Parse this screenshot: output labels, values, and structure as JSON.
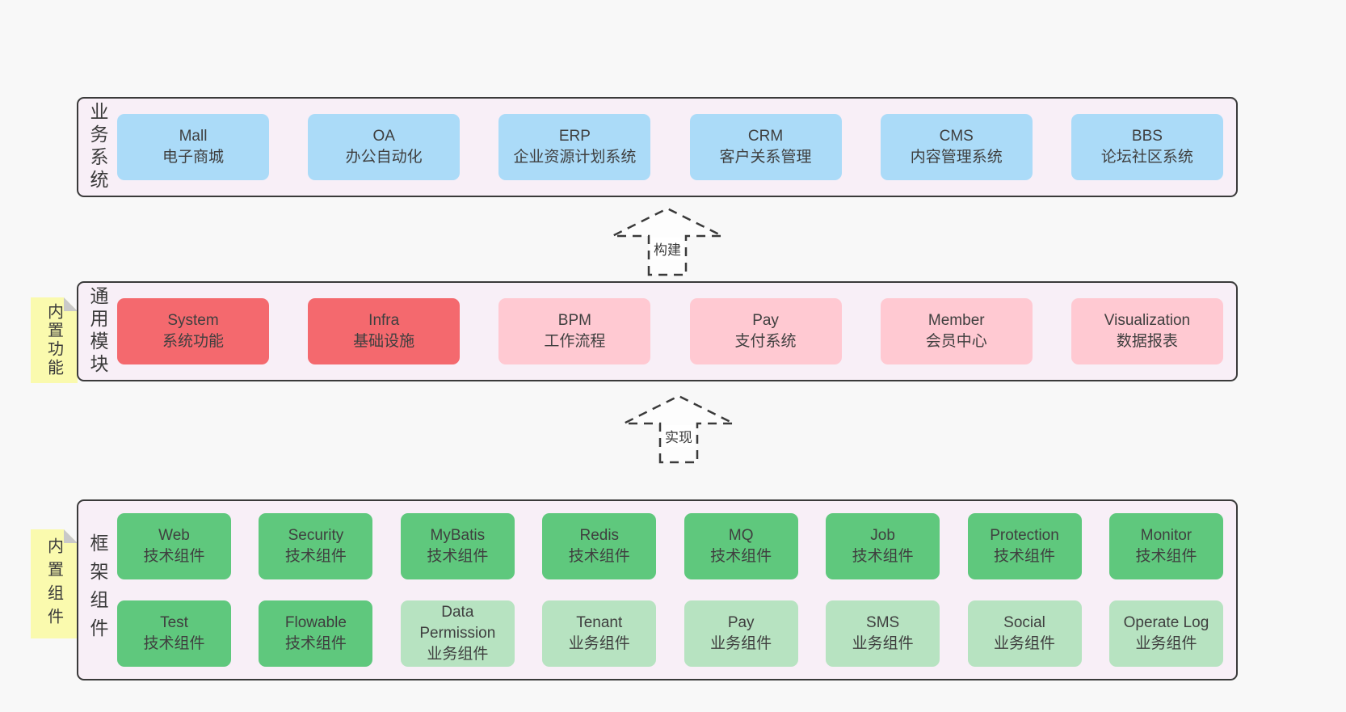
{
  "palette": {
    "page_bg": "#f8f8f8",
    "band_fill": "#f8eff7",
    "band_border": "#3a3a3a",
    "sticky_fill": "#fafaae",
    "sticky_fold": "#c9c9c9",
    "text": "#3f3f3f",
    "blue": "#abdbf8",
    "red": "#f4696e",
    "pink": "#ffc9d2",
    "green": "#5fc87d",
    "green-light": "#b7e3c1"
  },
  "bands": [
    {
      "label": "业务系统",
      "sticky": null,
      "rows": [
        {
          "nodes": [
            {
              "name": "Mall",
              "desc": "电子商城",
              "type": "blue"
            },
            {
              "name": "OA",
              "desc": "办公自动化",
              "type": "blue"
            },
            {
              "name": "ERP",
              "desc": "企业资源计划系统",
              "type": "blue"
            },
            {
              "name": "CRM",
              "desc": "客户关系管理",
              "type": "blue"
            },
            {
              "name": "CMS",
              "desc": "内容管理系统",
              "type": "blue"
            },
            {
              "name": "BBS",
              "desc": "论坛社区系统",
              "type": "blue"
            }
          ]
        }
      ]
    },
    {
      "label": "通用模块",
      "sticky": "内置功能",
      "rows": [
        {
          "nodes": [
            {
              "name": "System",
              "desc": "系统功能",
              "type": "red"
            },
            {
              "name": "Infra",
              "desc": "基础设施",
              "type": "red"
            },
            {
              "name": "BPM",
              "desc": "工作流程",
              "type": "pink"
            },
            {
              "name": "Pay",
              "desc": "支付系统",
              "type": "pink"
            },
            {
              "name": "Member",
              "desc": "会员中心",
              "type": "pink"
            },
            {
              "name": "Visualization",
              "desc": "数据报表",
              "type": "pink"
            }
          ]
        }
      ]
    },
    {
      "label": "框架组件",
      "sticky": "内置组件",
      "rows": [
        {
          "nodes": [
            {
              "name": "Web",
              "desc": "技术组件",
              "type": "green"
            },
            {
              "name": "Security",
              "desc": "技术组件",
              "type": "green"
            },
            {
              "name": "MyBatis",
              "desc": "技术组件",
              "type": "green"
            },
            {
              "name": "Redis",
              "desc": "技术组件",
              "type": "green"
            },
            {
              "name": "MQ",
              "desc": "技术组件",
              "type": "green"
            },
            {
              "name": "Job",
              "desc": "技术组件",
              "type": "green"
            },
            {
              "name": "Protection",
              "desc": "技术组件",
              "type": "green"
            },
            {
              "name": "Monitor",
              "desc": "技术组件",
              "type": "green"
            }
          ]
        },
        {
          "nodes": [
            {
              "name": "Test",
              "desc": "技术组件",
              "type": "green"
            },
            {
              "name": "Flowable",
              "desc": "技术组件",
              "type": "green"
            },
            {
              "name": "Data Permission",
              "desc": "业务组件",
              "type": "green-light"
            },
            {
              "name": "Tenant",
              "desc": "业务组件",
              "type": "green-light"
            },
            {
              "name": "Pay",
              "desc": "业务组件",
              "type": "green-light"
            },
            {
              "name": "SMS",
              "desc": "业务组件",
              "type": "green-light"
            },
            {
              "name": "Social",
              "desc": "业务组件",
              "type": "green-light"
            },
            {
              "name": "Operate Log",
              "desc": "业务组件",
              "type": "green-light"
            }
          ]
        }
      ]
    }
  ],
  "arrows": [
    {
      "label": "构建"
    },
    {
      "label": "实现"
    }
  ]
}
